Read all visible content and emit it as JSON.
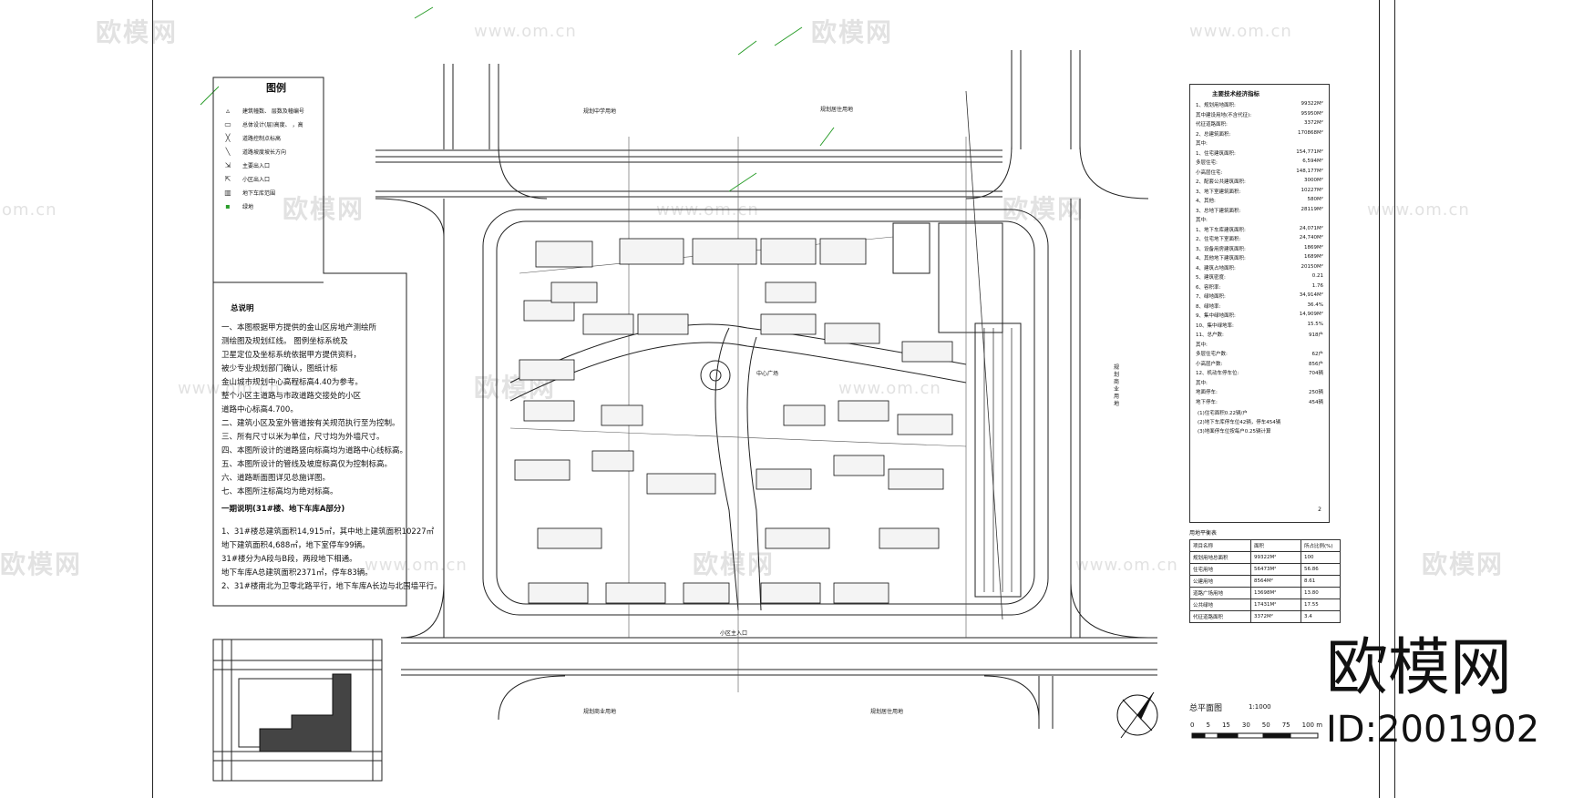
{
  "watermark": {
    "brand_cn": "欧模网",
    "url": "www.om.cn",
    "url_short": "om.cn"
  },
  "brand": {
    "name_cn": "欧模网",
    "id_text": "ID:2001902"
  },
  "legend": {
    "title": "图例",
    "items": [
      {
        "label": "建筑幢数、  层数及幢编号"
      },
      {
        "label": "总体设计(层)高度、  ，高"
      },
      {
        "label": "道路控制点标高"
      },
      {
        "label": "道路坡度坡长方向"
      },
      {
        "label": "主要出入口"
      },
      {
        "label": "小区出入口"
      },
      {
        "label": "地下车库范围"
      },
      {
        "label": "绿地"
      }
    ]
  },
  "notes": {
    "title": "总说明",
    "lines": [
      "一、本图根据甲方提供的金山区房地产测绘所",
      "    测绘图及规划红线。  图例坐标系统及",
      "    卫星定位及坐标系统依据甲方提供资料，",
      "    被少专业规划部门确认，图纸计标",
      "    金山城市规划中心高程标高4.40为参考。",
      "    整个小区主道路与市政道路交接处的小区",
      "    道路中心标高4.700。",
      "二、建筑小区及室外管道按有关规范执行至为控制。",
      "三、所有尺寸以米为单位，尺寸均为外墙尺寸。",
      "四、本图所设计的道路竖向标高均为道路中心线标高。",
      "五、本图所设计的管线及坡度标高仅为控制标高。",
      "六、道路断面图详见总施详图。",
      "七、本图所注标高均为绝对标高。"
    ],
    "sub_title": "一期说明(31#楼、地下车库A部分)",
    "sub_lines": [
      "1、31#楼总建筑面积14,915㎡，其中地上建筑面积10227㎡",
      "   地下建筑面积4,688㎡，地下室停车99辆。",
      "   31#楼分为A段与B段，两段地下相通。",
      "   地下车库A总建筑面积2371㎡，停车83辆。",
      "2、31#楼南北为卫零北路平行，地下车库A长边与北围墙平行。"
    ]
  },
  "site_labels": {
    "road_top": "规划中学用地",
    "road_top_right": "规划居住用地",
    "road_right": "规划商业用地",
    "road_bottom_left": "规划商业用地",
    "road_bottom_right": "规划居住用地",
    "entrance_bottom": "小区主入口",
    "plaza": "中心广场"
  },
  "specs": {
    "title": "主要技术经济指标",
    "rows": [
      {
        "label": "1、规划用地面积:",
        "value": "99322M²"
      },
      {
        "label": "  其中建设用地(不含代征):",
        "value": "95950M²"
      },
      {
        "label": "  代征道路面积:",
        "value": "3372M²"
      },
      {
        "label": "2、总建筑面积:",
        "value": "170868M²"
      },
      {
        "label": "  其中:",
        "value": ""
      },
      {
        "label": "  1、住宅建筑面积:",
        "value": "154,771M²"
      },
      {
        "label": "     多层住宅:",
        "value": "6,594M²"
      },
      {
        "label": "     小高层住宅:",
        "value": "148,177M²"
      },
      {
        "label": "  2、配套公共建筑面积:",
        "value": "3000M²"
      },
      {
        "label": "  3、地下室建筑面积:",
        "value": "10227M²"
      },
      {
        "label": "  4、其他:",
        "value": "580M²"
      },
      {
        "label": "3、总地下建筑面积:",
        "value": "28119M²"
      },
      {
        "label": "  其中:",
        "value": ""
      },
      {
        "label": "  1、地下车库建筑面积:",
        "value": "24,071M²"
      },
      {
        "label": "  2、住宅地下室面积:",
        "value": "24,740M²"
      },
      {
        "label": "  3、设备用房建筑面积:",
        "value": "1869M²"
      },
      {
        "label": "  4、其他地下建筑面积:",
        "value": "1689M²"
      },
      {
        "label": "4、建筑占地面积:",
        "value": "20150M²"
      },
      {
        "label": "5、建筑密度:",
        "value": "0.21"
      },
      {
        "label": "6、容积率:",
        "value": "1.76"
      },
      {
        "label": "7、绿地面积:",
        "value": "34,914M²"
      },
      {
        "label": "8、绿地率:",
        "value": "36.4%"
      },
      {
        "label": "9、集中绿地面积:",
        "value": "14,909M²"
      },
      {
        "label": "10、集中绿地率:",
        "value": "15.5%"
      },
      {
        "label": "11、总户数:",
        "value": "918户"
      },
      {
        "label": "  其中:",
        "value": ""
      },
      {
        "label": "     多层住宅户数:",
        "value": "62户"
      },
      {
        "label": "     小高层户数:",
        "value": "856户"
      },
      {
        "label": "12、机动车停车位:",
        "value": "704辆"
      },
      {
        "label": "  其中:",
        "value": ""
      },
      {
        "label": "     地面停车:",
        "value": "250辆"
      },
      {
        "label": "     地下停车:",
        "value": "454辆"
      }
    ],
    "footnotes": [
      "(1)住宅面积0.22辆/户",
      "(2)地下车库停车位42辆，停车454辆",
      "(3)地面停车位按每户0.25辆计算"
    ],
    "page_num": "2"
  },
  "land_table": {
    "title": "用地平衡表",
    "headers": [
      "项目名称",
      "面积",
      "所占比例(%)"
    ],
    "rows": [
      [
        "规划用地总面积",
        "99322M²",
        "100"
      ],
      [
        "住宅用地",
        "56473M²",
        "56.86"
      ],
      [
        "公建用地",
        "8564M²",
        "8.61"
      ],
      [
        "道路广场用地",
        "13698M²",
        "13.80"
      ],
      [
        "公共绿地",
        "17431M²",
        "17.55"
      ],
      [
        "代征道路面积",
        "3372M²",
        "3.4"
      ]
    ]
  },
  "title_block": {
    "title": "总平面图",
    "scale": "1:1000",
    "scale_ticks": [
      "0",
      "5",
      "15",
      "30",
      "50",
      "75",
      "100 m"
    ]
  }
}
